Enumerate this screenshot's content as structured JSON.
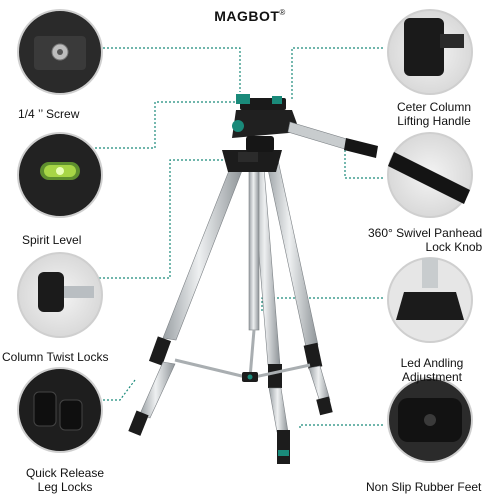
{
  "brand": {
    "name": "MAGBOT",
    "mark": "®"
  },
  "features": {
    "screw": "1/4 ’’ Screw",
    "spirit_level": "Spirit Level",
    "column_twist_locks": "Column Twist Locks",
    "quick_release_line1": "Quick Release",
    "quick_release_line2": "Leg Locks",
    "center_column_line1": "Ceter Column",
    "center_column_line2": "Lifting Handle",
    "swivel_degree": "360°",
    "swivel_line1": "Swivel Panhead",
    "swivel_line2": "Lock Knob",
    "angling_line1": "Led Andling",
    "angling_line2": "Adjustment",
    "feet": "Non Slip Rubber Feet"
  },
  "colors": {
    "accent": "#1a8a7a",
    "leg_silver": "#cfd3d6",
    "dark": "#1b1b1b",
    "circle_border": "#cfcfcf"
  }
}
